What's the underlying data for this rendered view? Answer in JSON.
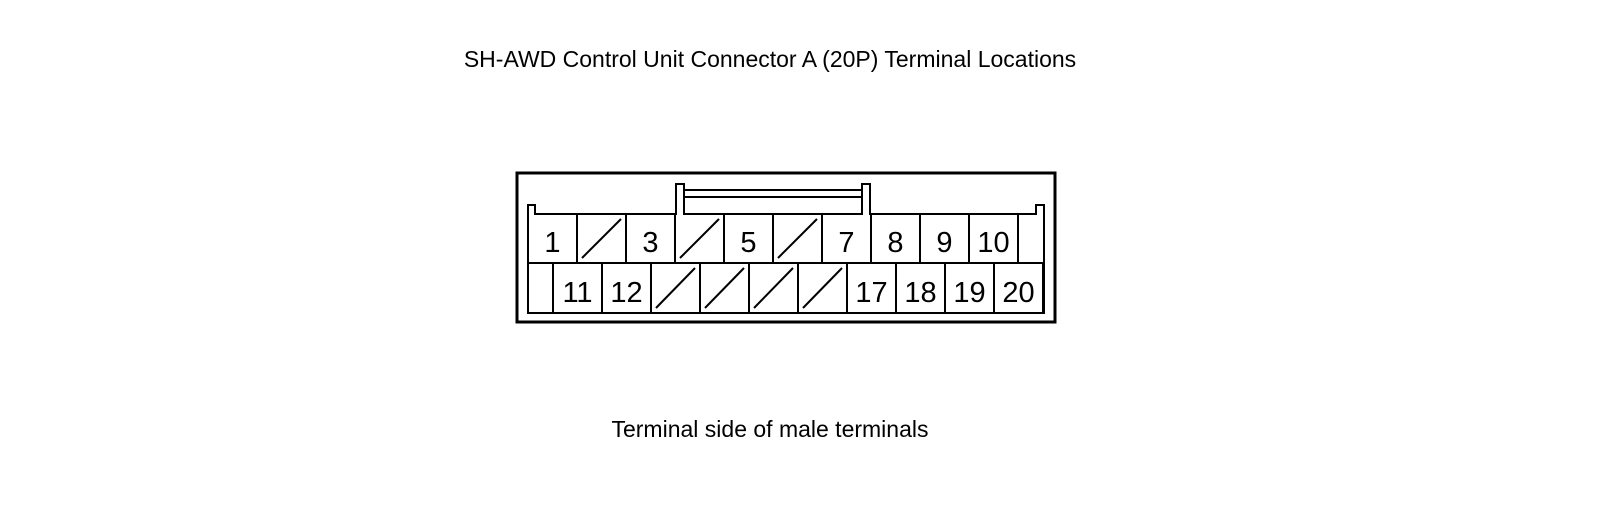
{
  "title": "SH-AWD Control Unit Connector A (20P) Terminal Locations",
  "caption": "Terminal side of male terminals",
  "connector": {
    "top_row": [
      "1",
      "",
      "3",
      "",
      "5",
      "",
      "7",
      "8",
      "9",
      "10"
    ],
    "bottom_row": [
      "11",
      "12",
      "",
      "",
      "",
      "",
      "17",
      "18",
      "19",
      "20"
    ]
  }
}
